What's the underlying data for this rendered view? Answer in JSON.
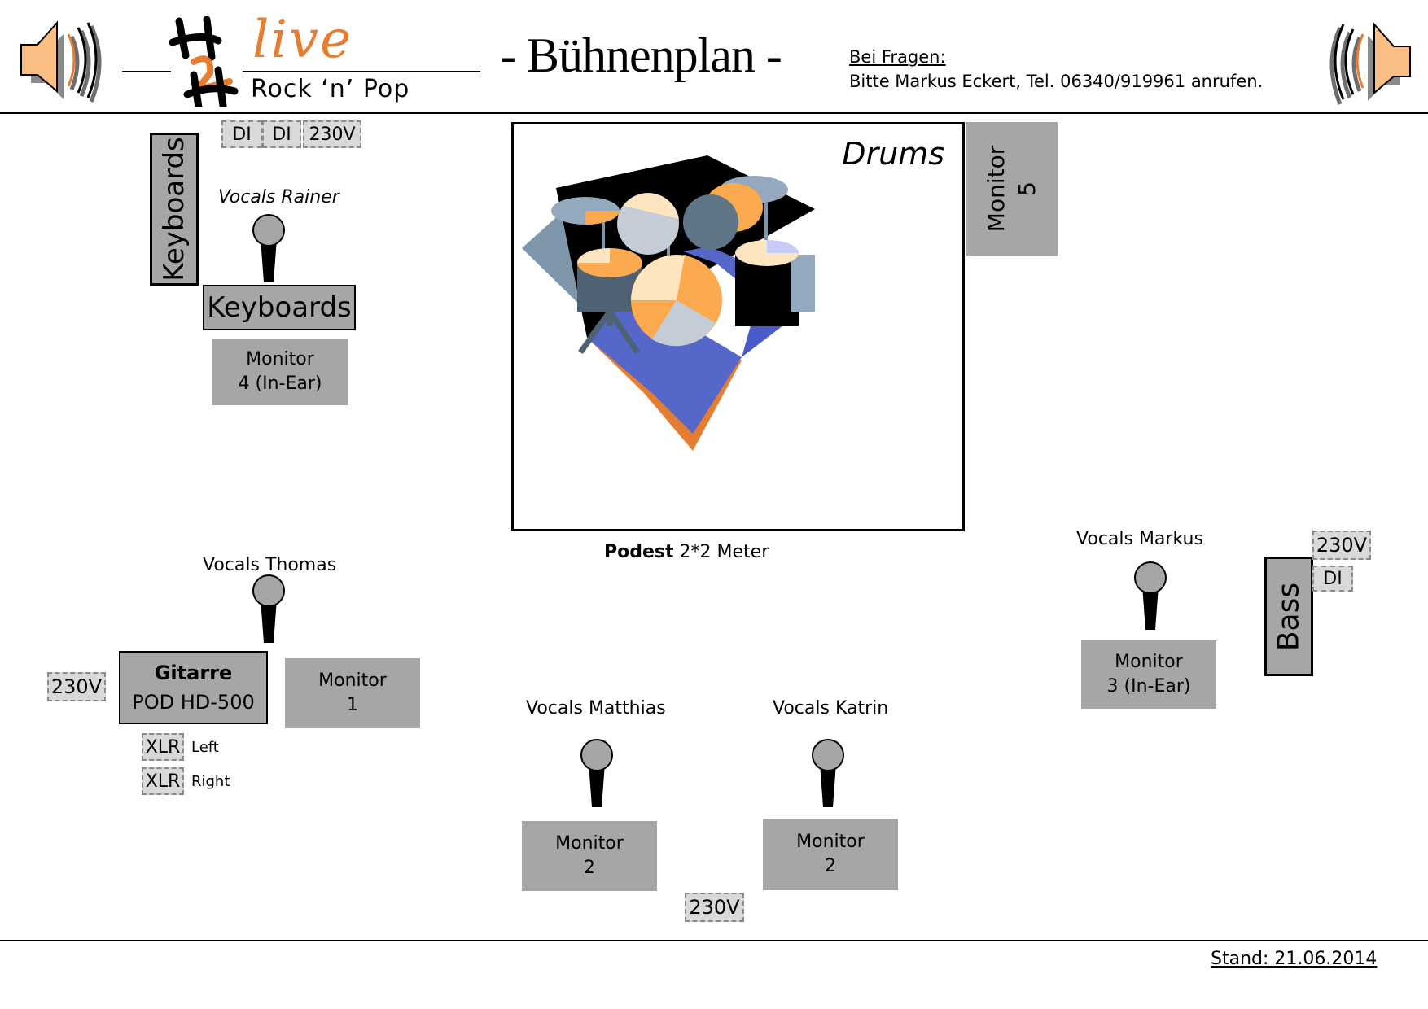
{
  "header": {
    "logo_main": "live",
    "logo_sub": "Rock ‘n’ Pop",
    "title": "- Bühnenplan -",
    "contact_heading": "Bei Fragen:",
    "contact_text": "Bitte Markus Eckert, Tel. 06340/919961 anrufen."
  },
  "stage": {
    "drums_label": "Drums",
    "podest_bold": "Podest",
    "podest_text": " 2*2 Meter",
    "keyboards_vertical": "Keyboards",
    "keyboards_box": "Keyboards",
    "guitar_title": "Gitarre",
    "guitar_model": "POD HD-500",
    "bass_label": "Bass",
    "monitor5_line1": "Monitor",
    "monitor5_line2": "5"
  },
  "vocals": {
    "rainer": "Vocals Rainer",
    "thomas": "Vocals Thomas",
    "matthias": "Vocals Matthias",
    "katrin": "Vocals Katrin",
    "markus": "Vocals Markus"
  },
  "monitors": {
    "m4_line1": "Monitor",
    "m4_line2": "4 (In-Ear)",
    "m1_line1": "Monitor",
    "m1_line2": "1",
    "m2a_line1": "Monitor",
    "m2a_line2": "2",
    "m2b_line1": "Monitor",
    "m2b_line2": "2",
    "m3_line1": "Monitor",
    "m3_line2": "3 (In-Ear)"
  },
  "connectors": {
    "di1": "DI",
    "di2": "DI",
    "v230_keys": "230V",
    "v230_guitar": "230V",
    "xlr1": "XLR",
    "xlr1_note": "Left",
    "xlr2": "XLR",
    "xlr2_note": "Right",
    "v230_center": "230V",
    "v230_bass": "230V",
    "di_bass": "DI"
  },
  "footer": {
    "stand": "Stand: 21.06.2014"
  },
  "colors": {
    "orange": "#e57d32",
    "light_orange": "#fbaa4f",
    "gray_box": "#a6a6a6",
    "tag_bg": "#d9d9d9"
  }
}
